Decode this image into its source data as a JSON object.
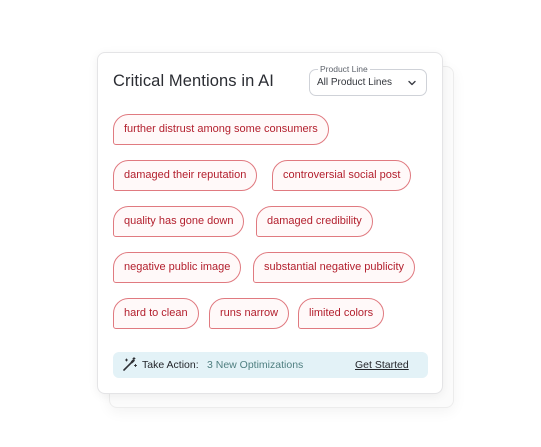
{
  "card": {
    "title": "Critical Mentions in AI"
  },
  "product_select": {
    "label": "Product Line",
    "value": "All Product Lines"
  },
  "mentions": [
    "further distrust among some consumers",
    "damaged their reputation",
    "controversial social post",
    "quality has gone down",
    "damaged credibility",
    "negative public image",
    "substantial negative publicity",
    "hard to clean",
    "runs narrow",
    "limited colors"
  ],
  "action_bar": {
    "icon": "magic-wand-icon",
    "label": "Take Action:",
    "count_text": "3 New Optimizations",
    "link": "Get Started"
  },
  "colors": {
    "tag_border": "#e07a80",
    "tag_text": "#b3202e",
    "tag_fill": "#fff9f9",
    "action_bg": "#e3f2f7"
  }
}
